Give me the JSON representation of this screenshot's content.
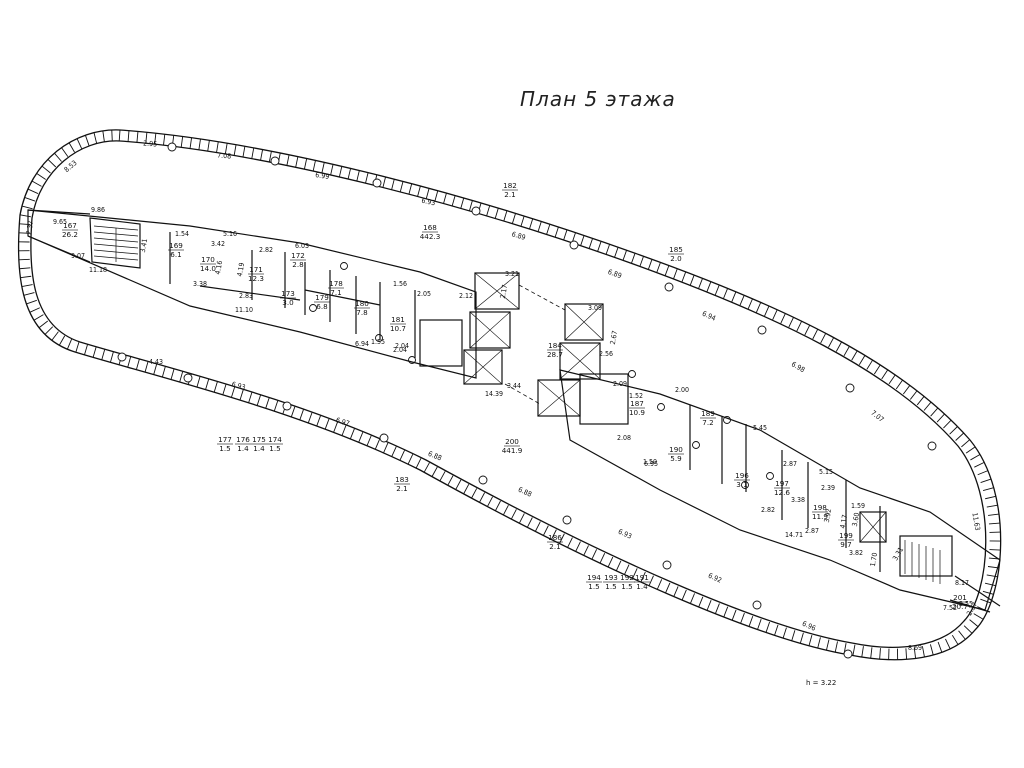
{
  "title": "План 5 этажа",
  "height_note": "h = 3.22",
  "rooms": [
    {
      "id": "167",
      "area": "26.2"
    },
    {
      "id": "169",
      "area": "6.1"
    },
    {
      "id": "170",
      "area": "14.0"
    },
    {
      "id": "171",
      "area": "12.3"
    },
    {
      "id": "172",
      "area": "2.8"
    },
    {
      "id": "173",
      "area": "3.0"
    },
    {
      "id": "178",
      "area": "7.1"
    },
    {
      "id": "179",
      "area": "6.8"
    },
    {
      "id": "180",
      "area": "7.8"
    },
    {
      "id": "181",
      "area": "10.7"
    },
    {
      "id": "182",
      "area": "2.1"
    },
    {
      "id": "168",
      "area": "442.3"
    },
    {
      "id": "184",
      "area": "28.7"
    },
    {
      "id": "185",
      "area": "2.0"
    },
    {
      "id": "187",
      "area": "10.9"
    },
    {
      "id": "189",
      "area": "7.2"
    },
    {
      "id": "190",
      "area": "5.9"
    },
    {
      "id": "196",
      "area": "3.1"
    },
    {
      "id": "197",
      "area": "12.6"
    },
    {
      "id": "198",
      "area": "11.9"
    },
    {
      "id": "199",
      "area": "9.7"
    },
    {
      "id": "200",
      "area": "441.9"
    },
    {
      "id": "183",
      "area": "2.1"
    },
    {
      "id": "186",
      "area": "2.1"
    },
    {
      "id": "201",
      "area": "20.7"
    },
    {
      "id": "177",
      "area": "1.5"
    },
    {
      "id": "176",
      "area": "1.4"
    },
    {
      "id": "175",
      "area": "1.4"
    },
    {
      "id": "174",
      "area": "1.5"
    },
    {
      "id": "194",
      "area": "1.5"
    },
    {
      "id": "193",
      "area": "1.5"
    },
    {
      "id": "192",
      "area": "1.5"
    },
    {
      "id": "191",
      "area": "1.4"
    }
  ],
  "dimensions": [
    "2.95",
    "7.08",
    "6.99",
    "6.93",
    "6.89",
    "6.89",
    "6.94",
    "6.98",
    "7.07",
    "8.53",
    "9.86",
    "9.65",
    "2.37",
    "9.07",
    "11.18",
    "3.41",
    "1.54",
    "3.42",
    "5.16",
    "2.82",
    "6.03",
    "3.38",
    "4.19",
    "4.16",
    "2.83",
    "11.10",
    "2.04",
    "1.56",
    "2.05",
    "2.12",
    "3.21",
    "2.17",
    "3.09",
    "2.67",
    "2.56",
    "1.55",
    "2.04",
    "6.94",
    "14.39",
    "3.44",
    "2.09",
    "1.52",
    "2.00",
    "4.43",
    "6.93",
    "6.97",
    "6.88",
    "6.88",
    "6.93",
    "6.92",
    "6.96",
    "8.69",
    "1.50",
    "6.95",
    "2.08",
    "5.45",
    "2.87",
    "5.15",
    "2.39",
    "2.82",
    "3.38",
    "14.71",
    "2.87",
    "3.82",
    "3.31",
    "8.17",
    "2.55",
    "7.52",
    "2.37",
    "11.63",
    "3.92",
    "4.17",
    "1.59",
    "3.60",
    "1.70"
  ]
}
